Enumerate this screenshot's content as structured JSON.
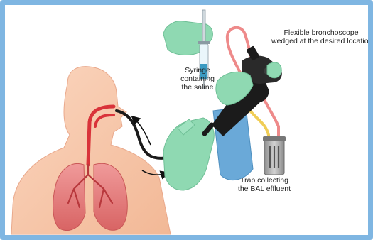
{
  "labels": {
    "syringe": [
      "Syringe",
      "containing",
      "the saline"
    ],
    "bronchoscope": [
      "Flexible bronchoscope",
      "wedged at the desired location"
    ],
    "trap": [
      "Trap collecting",
      "the BAL effluent"
    ]
  },
  "colors": {
    "frame": "#7fb6e2",
    "skin": "#f8c8ac",
    "lungs": "#e57c7c",
    "airway": "#d9333a",
    "glove": "#8fd9b2",
    "gown": "#6aa9d8",
    "scope": "#1b1b1b",
    "saline": "#3b9bc2",
    "tube_pink": "#ee8a8a",
    "tube_yellow": "#f0cd56",
    "trap": "#a9a9a9"
  }
}
